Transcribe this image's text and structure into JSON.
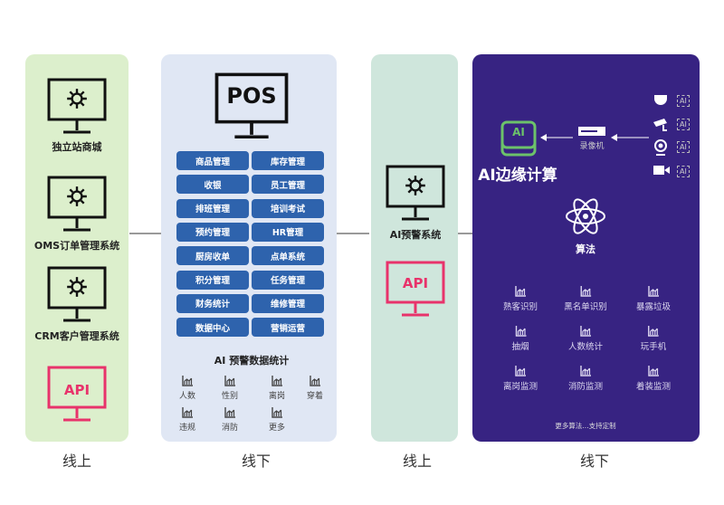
{
  "online_panel": {
    "systems": [
      "独立站商城",
      "OMS订单管理系统",
      "CRM客户管理系统"
    ],
    "api_label": "API",
    "footer": "线上"
  },
  "pos_panel": {
    "monitor_label": "POS",
    "modules_left": [
      "商品管理",
      "收银",
      "排班管理",
      "预约管理",
      "厨房收单",
      "积分管理",
      "财务统计",
      "数据中心"
    ],
    "modules_right": [
      "库存管理",
      "员工管理",
      "培训考试",
      "HR管理",
      "点单系统",
      "任务管理",
      "维修管理",
      "营销运营"
    ],
    "stats_title": "AI 预警数据统计",
    "stats": [
      "人数",
      "性别",
      "离岗",
      "穿着",
      "违规",
      "消防",
      "更多"
    ],
    "footer": "线下"
  },
  "warning_panel": {
    "system_label": "AI预警系统",
    "api_label": "API",
    "footer": "线上"
  },
  "edge_panel": {
    "chip_label": "AI",
    "title": "AI边缘计算",
    "recorder_label": "录像机",
    "camera_ai_tag": "AI",
    "algorithm_label": "算法",
    "algorithms": [
      "熟客识别",
      "黑名单识别",
      "暴露垃圾",
      "抽烟",
      "人数统计",
      "玩手机",
      "离岗监测",
      "消防监测",
      "着装监测"
    ],
    "more": "更多算法...支持定制",
    "footer": "线下"
  },
  "colors": {
    "green_panel": "#dcefcc",
    "blue_panel": "#e0e7f4",
    "teal_panel": "#cfe6dc",
    "purple_panel": "#372382",
    "button": "#2e63ad",
    "api": "#e8336b",
    "chip": "#6cc26a"
  }
}
